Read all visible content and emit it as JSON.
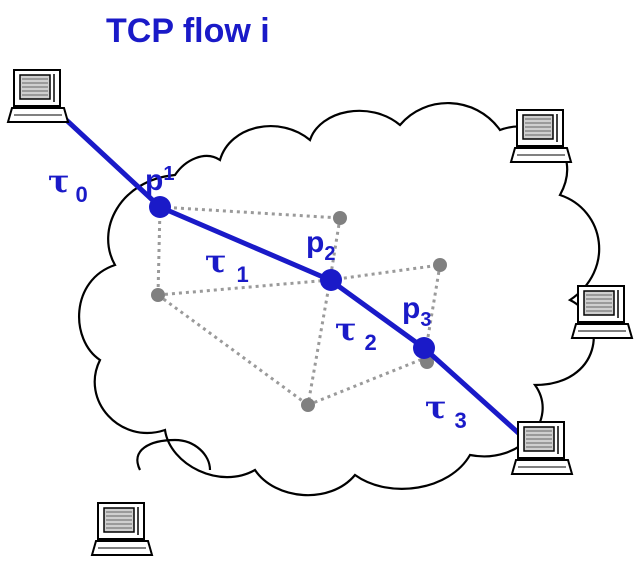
{
  "title": "TCP flow i",
  "colors": {
    "flow": "#1a1ac8",
    "router": "#808080",
    "link": "#9a9a9a",
    "cloud": "#000000"
  },
  "routers": [
    {
      "label": "p",
      "sub": "1"
    },
    {
      "label": "p",
      "sub": "2"
    },
    {
      "label": "p",
      "sub": "3"
    }
  ],
  "delays": [
    {
      "symbol": "τ",
      "sub": "0"
    },
    {
      "symbol": "τ",
      "sub": "1"
    },
    {
      "symbol": "τ",
      "sub": "2"
    },
    {
      "symbol": "τ",
      "sub": "3"
    }
  ],
  "icons": [
    "computer-icon",
    "computer-icon",
    "computer-icon",
    "computer-icon",
    "computer-icon"
  ]
}
